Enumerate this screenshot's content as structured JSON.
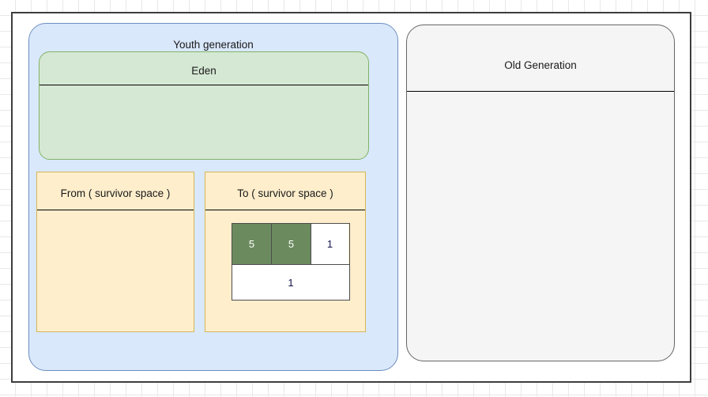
{
  "canvas": {
    "background": "#ffffff",
    "grid_color": "#e8e8e8",
    "border_color": "#3d3d3d"
  },
  "youth_generation": {
    "title": "Youth generation",
    "fill": "#dae8fc",
    "stroke": "#6c8ebf",
    "eden": {
      "title": "Eden",
      "fill": "#d5e8d4",
      "stroke": "#82b366"
    },
    "survivor_from": {
      "title": "From ( survivor space )",
      "fill": "#ffeecc",
      "stroke": "#d6b656"
    },
    "survivor_to": {
      "title": "To ( survivor space )",
      "fill": "#ffeecc",
      "stroke": "#d6b656",
      "objects": {
        "stroke": "#4d4d4d",
        "cells": [
          {
            "label": "5",
            "fill": "#6b8b5e",
            "text_color": "#ffffff"
          },
          {
            "label": "5",
            "fill": "#6b8b5e",
            "text_color": "#ffffff"
          },
          {
            "label": "1",
            "fill": "#ffffff",
            "text_color": "#10104a"
          },
          {
            "label": "1",
            "fill": "#ffffff",
            "text_color": "#10104a"
          }
        ]
      }
    }
  },
  "old_generation": {
    "title": "Old Generation",
    "fill": "#f5f5f5",
    "stroke": "#666666"
  }
}
